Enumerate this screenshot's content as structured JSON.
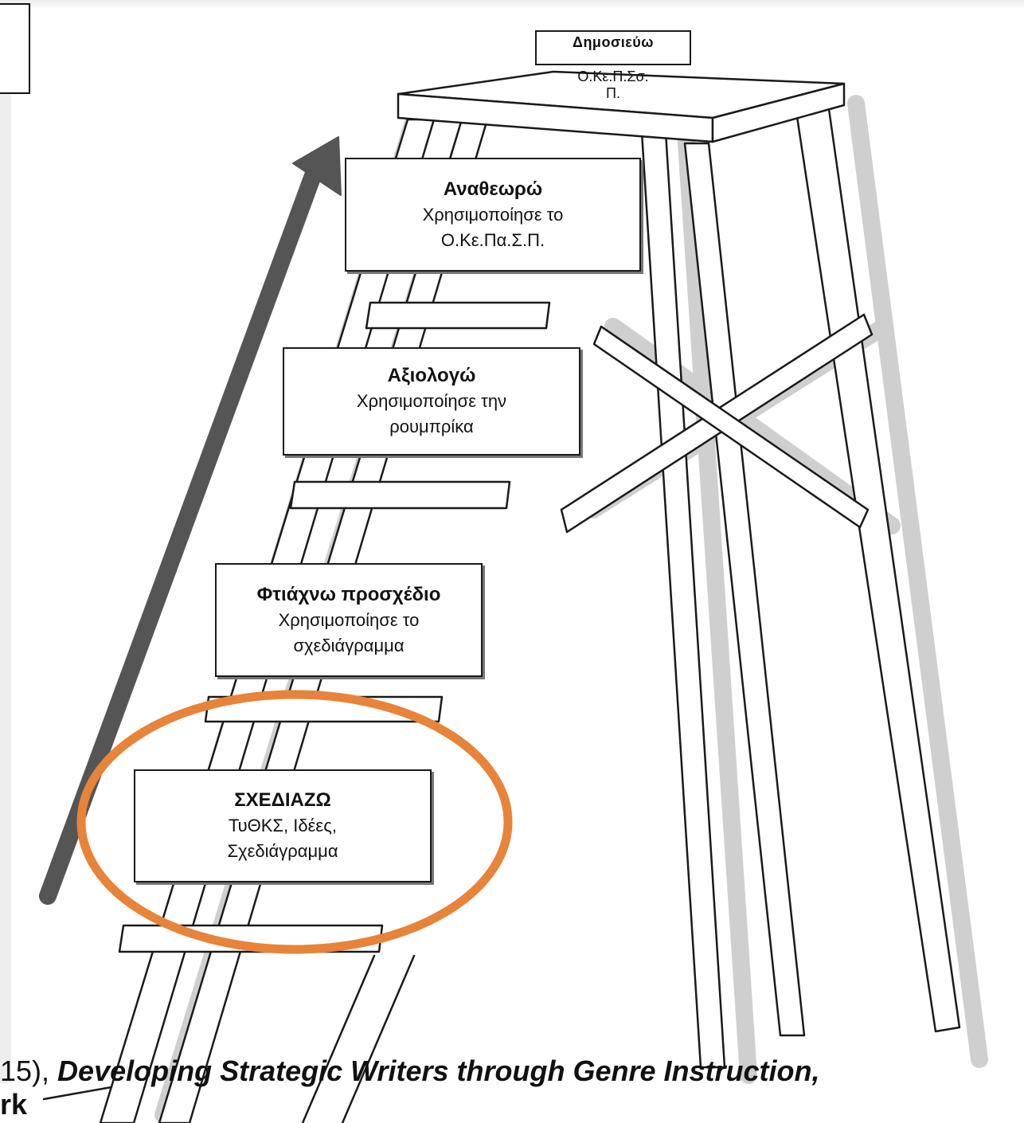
{
  "steps": {
    "publish": {
      "title": "Δημοσιεύω",
      "line1": "Ο.Κε.Π.Σσ.",
      "line2": "Π."
    },
    "revise": {
      "title": "Αναθεωρώ",
      "line1": "Χρησιμοποίησε το",
      "line2": "Ο.Κε.Πα.Σ.Π."
    },
    "evaluate": {
      "title": "Αξιολογώ",
      "line1": "Χρησιμοποίησε την",
      "line2": "ρουμπρίκα"
    },
    "draft": {
      "title": "Φτιάχνω προσχέδιο",
      "line1": "Χρησιμοποίησε το",
      "line2": "σχεδιάγραμμα"
    },
    "plan": {
      "title": "ΣΧΕΔΙΑΖΩ",
      "line1": "ΤυΘΚΣ, Ιδέες,",
      "line2": "Σχεδιάγραμμα"
    }
  },
  "caption": {
    "prefix": "15), ",
    "title": "Developing Strategic Writers through Genre Instruction,",
    "line2": "rk"
  },
  "colors": {
    "highlight_ellipse": "#e8833a",
    "arrow": "#555555",
    "ladder_line": "#1a1a1a",
    "ladder_shadow": "#cfcfcf"
  }
}
